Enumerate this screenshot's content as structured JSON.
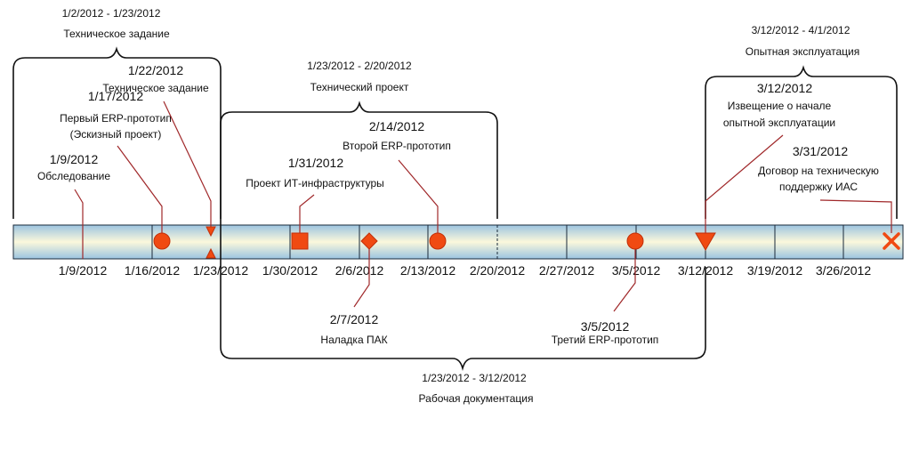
{
  "timeline": {
    "start": "1/2/2012",
    "end": "4/1/2012",
    "ticks": [
      "1/9/2012",
      "1/16/2012",
      "1/23/2012",
      "1/30/2012",
      "2/6/2012",
      "2/13/2012",
      "2/20/2012",
      "2/27/2012",
      "3/5/2012",
      "3/12/2012",
      "3/19/2012",
      "3/26/2012"
    ]
  },
  "intervals": [
    {
      "range": "1/2/2012 - 1/23/2012",
      "label": "Техническое задание"
    },
    {
      "range": "1/23/2012 - 2/20/2012",
      "label": "Технический проект"
    },
    {
      "range": "1/23/2012 - 3/12/2012",
      "label": "Рабочая документация"
    },
    {
      "range": "3/12/2012 - 4/1/2012",
      "label": "Опытная эксплуатация"
    }
  ],
  "milestones": [
    {
      "date": "1/9/2012",
      "label": "Обследование",
      "shape": "line"
    },
    {
      "date": "1/17/2012",
      "label1": "Первый ERP-прототип",
      "label2": "(Эскизный проект)",
      "shape": "circle"
    },
    {
      "date": "1/22/2012",
      "label": "Техническое задание",
      "shape": "triangles"
    },
    {
      "date": "1/31/2012",
      "label": "Проект ИТ-инфраструктуры",
      "shape": "square"
    },
    {
      "date": "2/7/2012",
      "label": "Наладка ПАК",
      "shape": "diamond"
    },
    {
      "date": "2/14/2012",
      "label": "Второй ERP-прототип",
      "shape": "circle"
    },
    {
      "date": "3/5/2012",
      "label": "Третий ERP-прототип",
      "shape": "circle"
    },
    {
      "date": "3/12/2012",
      "label1": "Извещение о начале",
      "label2": "опытной эксплуатации",
      "shape": "triangle-down"
    },
    {
      "date": "3/31/2012",
      "label1": "Договор на техническую",
      "label2": "поддержку ИАС",
      "shape": "x"
    }
  ],
  "colors": {
    "marker": "#f04a12",
    "leader": "#a0282a",
    "bar_edge": "#9cc4e0",
    "bar_mid": "#fbf8dc"
  }
}
